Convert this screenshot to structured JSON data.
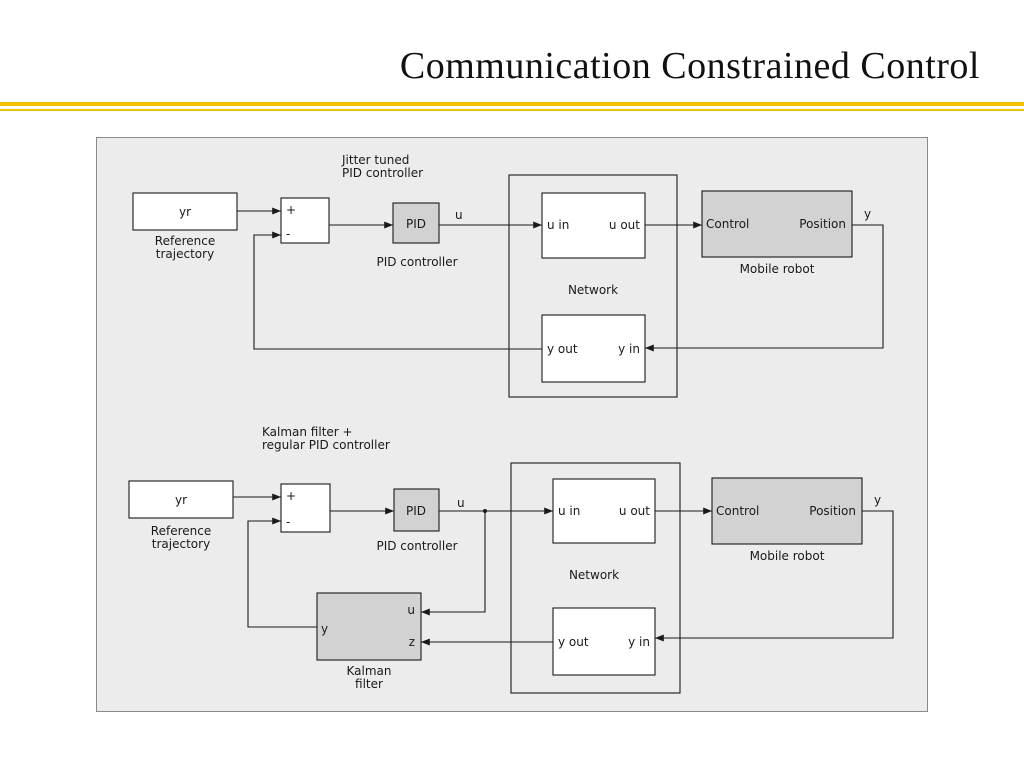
{
  "title": "Communication Constrained Control",
  "colors": {
    "accent_rule": "#f2c200",
    "figure_bg": "#ececec",
    "block_gray": "#d2d2d2"
  },
  "diagram1": {
    "caption": [
      "Jitter tuned",
      "PID controller"
    ],
    "ref_box": "yr",
    "ref_caption": [
      "Reference",
      "trajectory"
    ],
    "sum_plus": "+",
    "sum_minus": "-",
    "pid_box": "PID",
    "pid_caption": "PID controller",
    "u_label": "u",
    "network_caption": "Network",
    "net_upper": {
      "left": "u in",
      "right": "u out"
    },
    "net_lower": {
      "left": "y out",
      "right": "y in"
    },
    "robot": {
      "left": "Control",
      "right": "Position"
    },
    "robot_caption": "Mobile robot",
    "y_label": "y"
  },
  "diagram2": {
    "caption": [
      "Kalman filter +",
      "regular PID controller"
    ],
    "ref_box": "yr",
    "ref_caption": [
      "Reference",
      "trajectory"
    ],
    "sum_plus": "+",
    "sum_minus": "-",
    "pid_box": "PID",
    "pid_caption": "PID controller",
    "u_label": "u",
    "network_caption": "Network",
    "net_upper": {
      "left": "u in",
      "right": "u out"
    },
    "net_lower": {
      "left": "y out",
      "right": "y in"
    },
    "robot": {
      "left": "Control",
      "right": "Position"
    },
    "robot_caption": "Mobile robot",
    "y_label": "y",
    "kalman": {
      "u": "u",
      "z": "z",
      "y": "y"
    },
    "kalman_caption": [
      "Kalman",
      "filter"
    ]
  }
}
